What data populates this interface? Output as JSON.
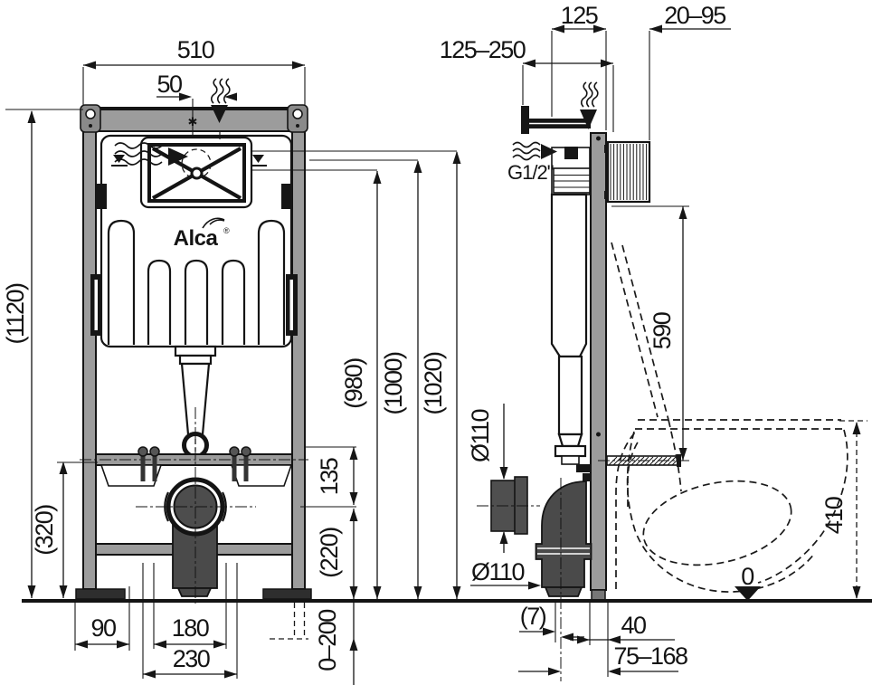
{
  "drawing": {
    "brand": "Alca",
    "registered_mark": "®",
    "flush_symbol": "✱"
  },
  "colors": {
    "background": "#ffffff",
    "line": "#141414",
    "frame_gray": "#9c9c9c",
    "dark_part": "#4a4a4a"
  },
  "front_view": {
    "dims": {
      "width": "510",
      "button_offset": "50",
      "height": "(1120)",
      "rail_height": "(320)",
      "foot": "90",
      "inner": "180",
      "outer": "230",
      "flush_drop": "135",
      "drain_height": "(220)",
      "floor_adjust": "0–200",
      "level_a": "(980)",
      "level_b": "(1000)",
      "level_c": "(1020)"
    }
  },
  "side_view": {
    "dims": {
      "frame_depth": "125",
      "finish_range": "20–95",
      "bracket_range": "125–250",
      "supply_thread": "G1/2\"",
      "flush_pipe": "590",
      "bowl_top": "410",
      "socket_dia": "Ø110",
      "elbow_dia": "Ø110",
      "offset": "(7)",
      "outlet_front": "40",
      "outlet_range": "75–168",
      "datum": "0"
    }
  }
}
